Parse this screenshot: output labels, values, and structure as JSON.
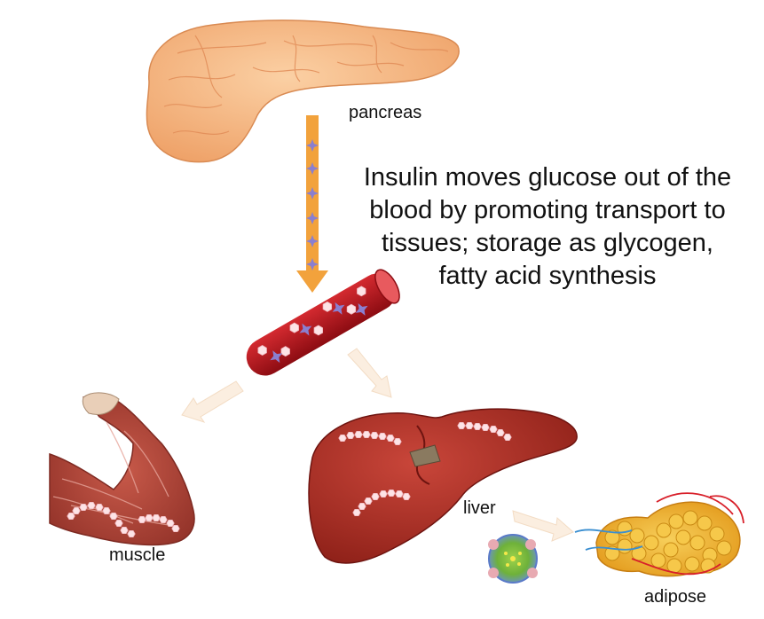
{
  "labels": {
    "pancreas": "pancreas",
    "muscle": "muscle",
    "liver": "liver",
    "adipose": "adipose"
  },
  "caption": {
    "lines": [
      "Insulin moves glucose out of the",
      "blood by promoting transport to",
      "tissues; storage as glycogen,",
      "fatty acid synthesis"
    ]
  },
  "colors": {
    "pancreas": "#f6b27a",
    "arrow_insulin": "#f2a23c",
    "insulin_marker": "#8a7fd0",
    "blood_vessel": "#b3121c",
    "glucose": "#fde3e6",
    "pale_arrow": "#fbeee0",
    "liver": "#a8291f",
    "muscle": "#b2463a",
    "adipose": "#f2b73a"
  },
  "icons": {
    "insulin": "four-point-star",
    "glucose": "hexagon"
  }
}
